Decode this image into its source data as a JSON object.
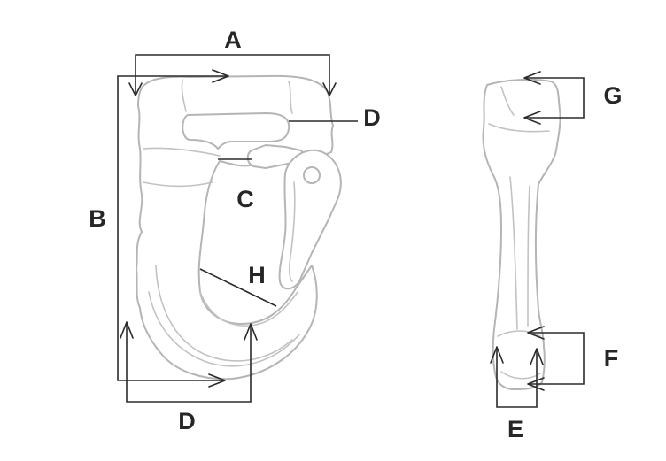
{
  "labels": {
    "A": "A",
    "B": "B",
    "C": "C",
    "D_top": "D",
    "D_bottom": "D",
    "E": "E",
    "F": "F",
    "G": "G",
    "H": "H"
  }
}
